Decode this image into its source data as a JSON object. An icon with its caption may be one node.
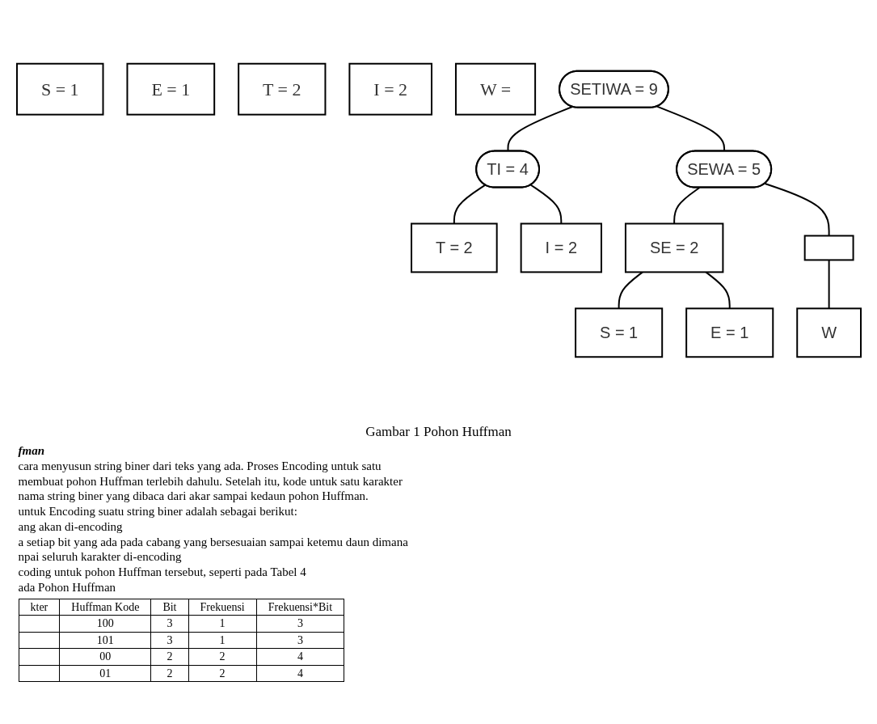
{
  "diagram": {
    "title": "Gambar 1 Pohon Huffman",
    "nodes": [
      {
        "text": [
          "S = 1"
        ]
      },
      {
        "text": [
          "E = 1"
        ]
      },
      {
        "text": [
          "T = 2"
        ]
      },
      {
        "text": [
          "I = 2"
        ]
      },
      {
        "text": [
          "W ="
        ]
      },
      {
        "text": [
          "SETIWA = 9"
        ]
      },
      {
        "text": [
          "TI = 4"
        ]
      },
      {
        "text": [
          "SEWA = 5"
        ]
      },
      {
        "text": [
          "T = 2"
        ]
      },
      {
        "text": [
          "I = 2"
        ]
      },
      {
        "text": [
          "SE = 2"
        ]
      },
      {
        "text": [],
        "shape": "box"
      },
      {
        "text": [
          "S = 1"
        ]
      },
      {
        "text": [
          "E = 1"
        ]
      },
      {
        "text": [
          "W"
        ]
      }
    ],
    "edges": [
      {
        "from": 5,
        "to": 6,
        "arrow": "none"
      },
      {
        "from": 5,
        "to": 7,
        "arrow": "none"
      },
      {
        "from": 6,
        "to": 8,
        "arrow": "none"
      },
      {
        "from": 6,
        "to": 9,
        "arrow": "none"
      },
      {
        "from": 7,
        "to": 10,
        "arrow": "none"
      },
      {
        "from": 7,
        "to": 11,
        "arrow": "none"
      },
      {
        "from": 10,
        "to": 12,
        "arrow": "none"
      },
      {
        "from": 10,
        "to": 13,
        "arrow": "none"
      },
      {
        "from": 11,
        "to": 14,
        "arrow": "none"
      }
    ],
    "labels": [
      "fman",
      "cara menyusun string biner dari teks yang ada. Proses Encoding untuk satu",
      "membuat pohon Huffman terlebih dahulu. Setelah itu, kode untuk satu karakter",
      "nama string biner yang dibaca dari akar sampai kedaun pohon Huffman.",
      "untuk Encoding suatu string biner adalah sebagai berikut:",
      "ang akan di-encoding",
      "a setiap bit yang ada pada cabang yang bersesuaian sampai ketemu daun dimana",
      "npai seluruh karakter di-encoding",
      "coding untuk pohon Huffman tersebut, seperti pada Tabel 4",
      "ada Pohon Huffman",
      "kter",
      "Huffman Kode",
      "Bit",
      "Frekuensi",
      "Frekuensi*Bit",
      "100",
      "3",
      "1",
      "3",
      "101",
      "3",
      "1",
      "3",
      "00",
      "2",
      "2",
      "4",
      "01",
      "2",
      "2",
      "4"
    ]
  }
}
